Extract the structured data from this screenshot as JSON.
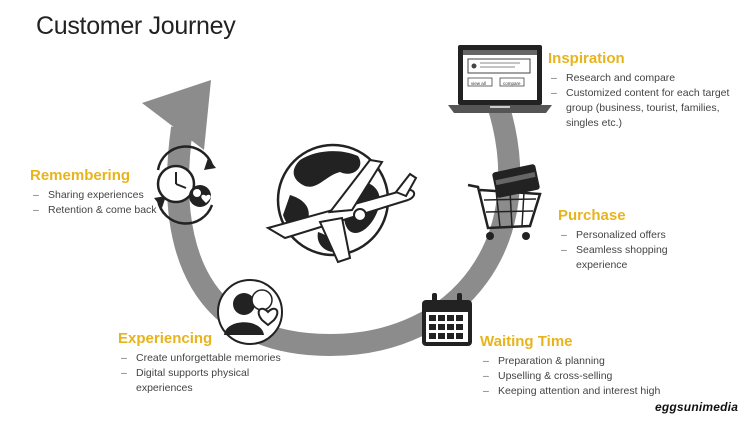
{
  "title": "Customer Journey",
  "stages": [
    {
      "id": "inspiration",
      "title": "Inspiration",
      "items": [
        "Research and compare",
        "Customized content for each target group (business, tourist, families, singles etc.)"
      ],
      "icon": "laptop-icon"
    },
    {
      "id": "purchase",
      "title": "Purchase",
      "items": [
        "Personalized offers",
        "Seamless shopping experience"
      ],
      "icon": "shopping-cart-icon"
    },
    {
      "id": "waiting",
      "title": "Waiting Time",
      "items": [
        "Preparation & planning",
        "Upselling & cross-selling",
        "Keeping attention and interest high"
      ],
      "icon": "calendar-icon"
    },
    {
      "id": "experiencing",
      "title": "Experiencing",
      "items": [
        "Create unforgettable memories",
        "Digital supports physical experiences"
      ],
      "icon": "people-heart-icon"
    },
    {
      "id": "remembering",
      "title": "Remembering",
      "items": [
        "Sharing experiences",
        "Retention & come back"
      ],
      "icon": "clock-memory-icon"
    }
  ],
  "brand": "eggsunimedia",
  "laptop_screen": {
    "button1": "view all",
    "button2": "compare"
  },
  "colors": {
    "accent": "#e8b41c",
    "arrow": "#8c8c8c",
    "icon": "#222222"
  },
  "center_icon": "globe-airplane-icon"
}
